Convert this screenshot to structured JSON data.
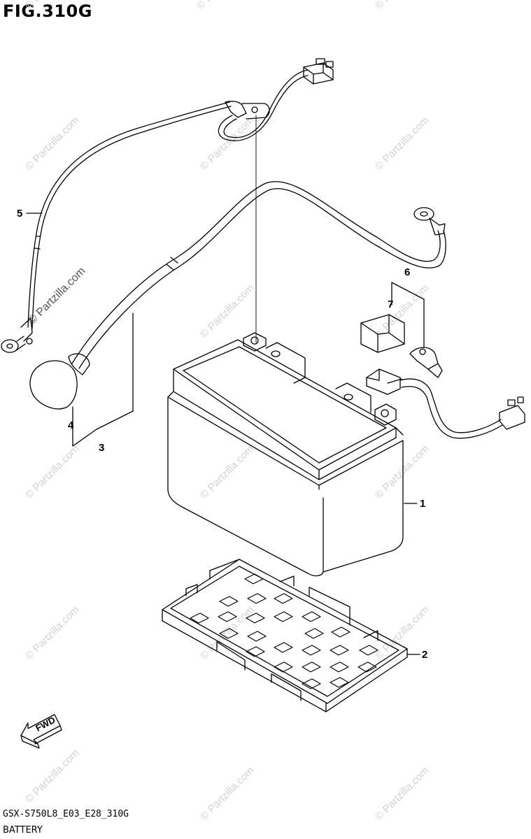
{
  "figure": {
    "title": "FIG.310G",
    "model_code": "GSX-S750L8_E03_E28_310G",
    "section_name": "BATTERY"
  },
  "callouts": [
    {
      "id": "1"
    },
    {
      "id": "2"
    },
    {
      "id": "3"
    },
    {
      "id": "4"
    },
    {
      "id": "5"
    },
    {
      "id": "6"
    },
    {
      "id": "7"
    }
  ],
  "direction_marker": {
    "label": "FWD"
  },
  "watermark": {
    "text": "© Partzilla.com"
  },
  "colors": {
    "line": "#000000",
    "watermark": "#d2d2d2",
    "background": "#ffffff"
  }
}
